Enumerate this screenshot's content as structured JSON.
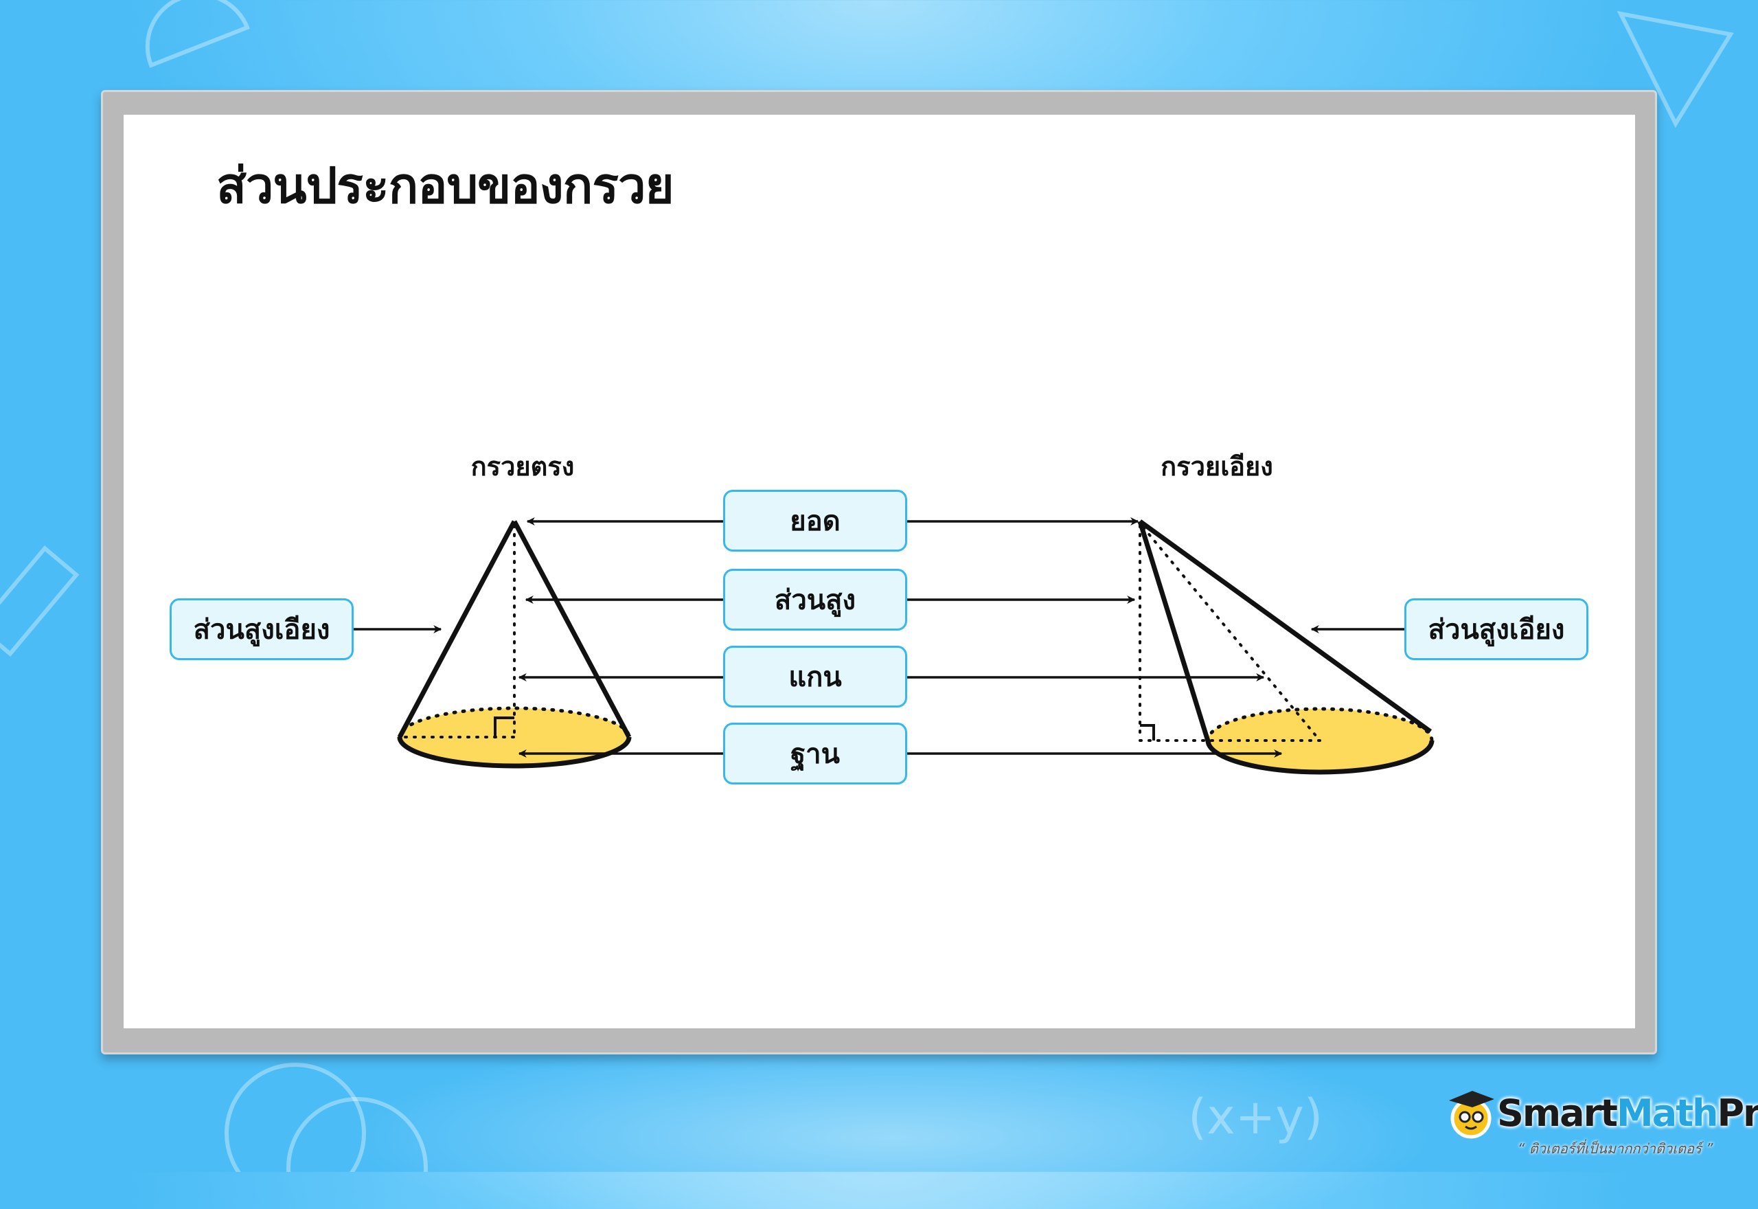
{
  "title": "ส่วนประกอบของกรวย",
  "cones": {
    "right_cone_label": "กรวยตรง",
    "oblique_cone_label": "กรวยเอียง"
  },
  "parts": [
    "ยอด",
    "ส่วนสูง",
    "แกน",
    "ฐาน"
  ],
  "slant_height_left": "ส่วนสูงเอียง",
  "slant_height_right": "ส่วนสูงเอียง",
  "logo": {
    "name_part1": "Smart",
    "name_part2": "Math",
    "name_part3": "Pro",
    "tagline": "“ ติวเตอร์ที่เป็นมากกว่าติวเตอร์ ”"
  },
  "colors": {
    "base_fill": "#fdd95c",
    "box_fill": "#e4f7fd",
    "box_border": "#37b7f0",
    "background": "#4bbcf6"
  }
}
